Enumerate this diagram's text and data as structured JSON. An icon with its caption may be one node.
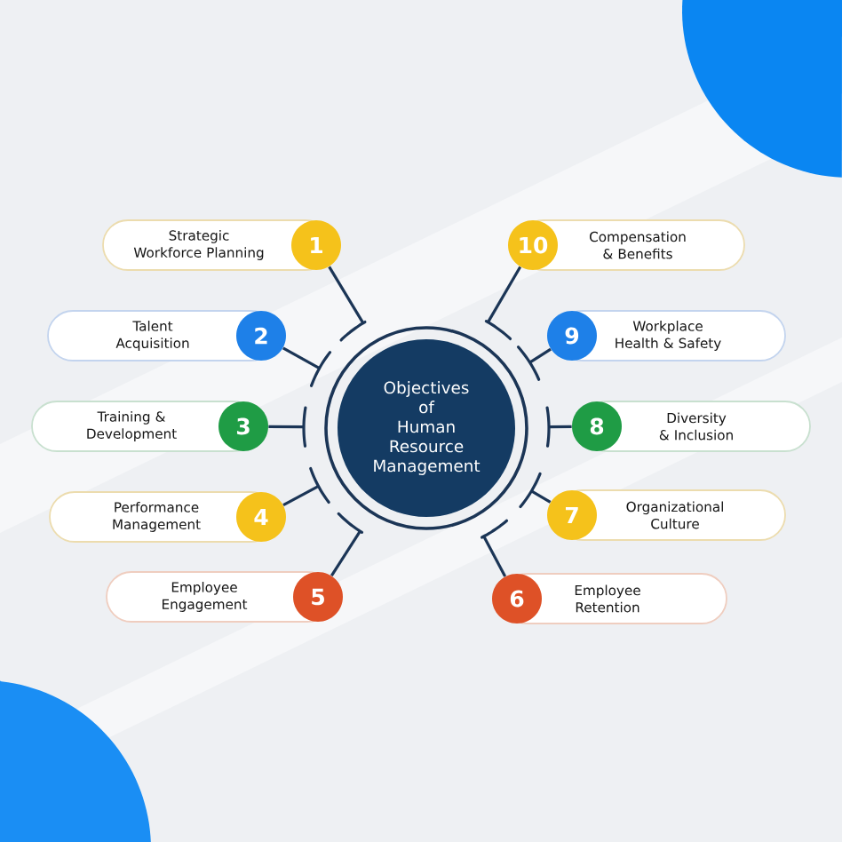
{
  "diagram": {
    "nodes": [
      {
        "text": [
          "Objectives of Human Resource Management"
        ]
      },
      {
        "text": [
          "1"
        ]
      },
      {
        "text": [
          "Strategic Workforce Planning"
        ]
      },
      {
        "text": [
          "2"
        ]
      },
      {
        "text": [
          "Talent Acquisition"
        ]
      },
      {
        "text": [
          "3"
        ]
      },
      {
        "text": [
          "Training & Development"
        ]
      },
      {
        "text": [
          "4"
        ]
      },
      {
        "text": [
          "Performance Management"
        ]
      },
      {
        "text": [
          "5"
        ]
      },
      {
        "text": [
          "Employee Engagement"
        ]
      },
      {
        "text": [
          "6"
        ]
      },
      {
        "text": [
          "Employee Retention"
        ]
      },
      {
        "text": [
          "7"
        ]
      },
      {
        "text": [
          "Organizational Culture"
        ]
      },
      {
        "text": [
          "8"
        ]
      },
      {
        "text": [
          "Diversity & Inclusion"
        ]
      },
      {
        "text": [
          "9"
        ]
      },
      {
        "text": [
          "Workplace Health & Safety"
        ]
      },
      {
        "text": [
          "10"
        ]
      },
      {
        "text": [
          "Compensation & Benefits"
        ]
      }
    ],
    "edges": [
      {
        "from": 0,
        "to": 1,
        "arrow": "none"
      },
      {
        "from": 0,
        "to": 3,
        "arrow": "none"
      },
      {
        "from": 0,
        "to": 5,
        "arrow": "none"
      },
      {
        "from": 0,
        "to": 7,
        "arrow": "none"
      },
      {
        "from": 0,
        "to": 9,
        "arrow": "none"
      },
      {
        "from": 0,
        "to": 11,
        "arrow": "none"
      },
      {
        "from": 0,
        "to": 13,
        "arrow": "none"
      },
      {
        "from": 0,
        "to": 15,
        "arrow": "none"
      },
      {
        "from": 0,
        "to": 17,
        "arrow": "none"
      },
      {
        "from": 0,
        "to": 19,
        "arrow": "none"
      }
    ]
  }
}
